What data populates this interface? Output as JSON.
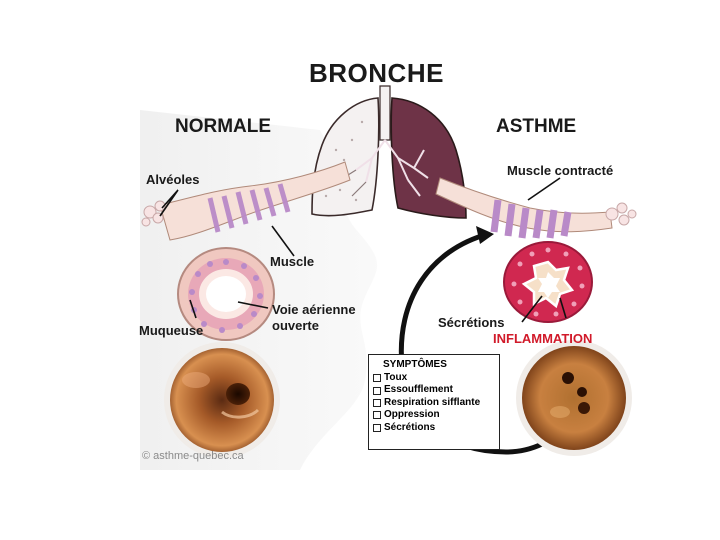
{
  "title": "BRONCHE",
  "left_heading": "NORMALE",
  "right_heading": "ASTHME",
  "labels": {
    "alveoles": "Alvéoles",
    "muscle": "Muscle",
    "voie_line1": "Voie aérienne",
    "voie_line2": "ouverte",
    "muqueuse": "Muqueuse",
    "muscle_contracte": "Muscle contracté",
    "secretions": "Sécrétions",
    "inflammation": "INFLAMMATION"
  },
  "symptoms": {
    "heading": "SYMPTÔMES",
    "items": [
      "Toux",
      "Essoufflement",
      "Respiration sifflante",
      "Oppression",
      "Sécrétions"
    ]
  },
  "credit": "© asthme-quebec.ca",
  "colors": {
    "muscle": "#b98ac8",
    "airway_pink": "#f4d4d0",
    "inflamed": "#cf1f4a",
    "lung_right": "#6e3347",
    "lung_left": "#f3f0f0",
    "arrow": "#111111"
  }
}
